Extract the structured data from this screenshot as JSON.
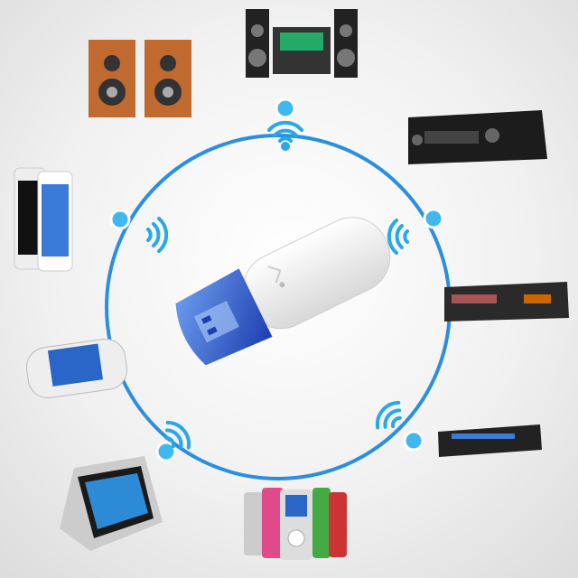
{
  "scene": {
    "subject": "usb-bluetooth-dongle",
    "connected_devices": [
      "speakers",
      "hifi-stereo",
      "av-receiver",
      "smartphone",
      "set-top-box",
      "handheld-console",
      "dvd-player",
      "tablet",
      "mp3-players"
    ]
  },
  "colors": {
    "ring": "#2a8fe0",
    "node": "#3fb8f0",
    "signal": "#29a8e8",
    "dongle_cap": "#2f5fd0",
    "dongle_body": "#f7f7f7"
  },
  "icons": [
    "wifi-signal-icon",
    "bluetooth-node-icon"
  ]
}
